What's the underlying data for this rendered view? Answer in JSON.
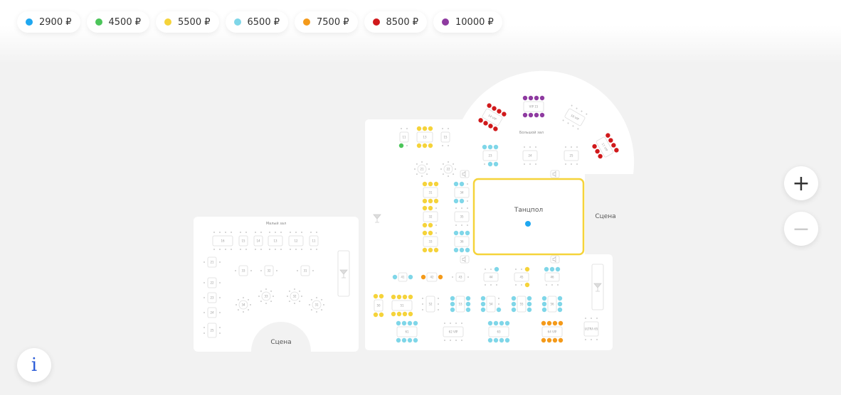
{
  "legend": [
    {
      "price": "2900 ₽",
      "color": "#1ea7f0"
    },
    {
      "price": "4500 ₽",
      "color": "#4cc55a"
    },
    {
      "price": "5500 ₽",
      "color": "#f5d33a"
    },
    {
      "price": "6500 ₽",
      "color": "#7fd6e8"
    },
    {
      "price": "7500 ₽",
      "color": "#f49a1a"
    },
    {
      "price": "8500 ₽",
      "color": "#d0191b"
    },
    {
      "price": "10000 ₽",
      "color": "#8e3aa0"
    }
  ],
  "colors": {
    "b": "#1ea7f0",
    "g": "#4cc55a",
    "y": "#f5d33a",
    "l": "#7fd6e8",
    "o": "#f49a1a",
    "r": "#d0191b",
    "p": "#8e3aa0"
  },
  "map": {
    "small_hall": "Малый зал",
    "big_hall": "Большой зал",
    "dance_floor": "Танцпол",
    "stage_main": "Сцена",
    "stage_small": "Сцена",
    "dance_floor_seat": "b"
  },
  "controls": {
    "zoom_in": "+",
    "zoom_out": "−",
    "info": "i"
  },
  "tables": [
    {
      "label": "11",
      "t": "ee",
      "b": "ge"
    },
    {
      "label": "13",
      "t": "yyy",
      "b": "yyy"
    },
    {
      "label": "15",
      "t": "ee",
      "b": "ee"
    },
    {
      "label": "14 VIP",
      "t": "rrrr",
      "b": "rrrr"
    },
    {
      "label": "VIP 15",
      "t": "pppp",
      "b": "pppp"
    },
    {
      "label": "16 VIP",
      "t": "eeee",
      "b": "eeee"
    },
    {
      "label": "17 VIP",
      "t": "rrrr",
      "b": "rrr"
    },
    {
      "label": "23",
      "t": "lll",
      "b": "ell"
    },
    {
      "label": "24",
      "t": "eee",
      "b": "eee"
    },
    {
      "label": "25",
      "t": "eee",
      "b": "eee"
    },
    {
      "label": "21",
      "round": true
    },
    {
      "label": "22",
      "round": true
    },
    {
      "label": "31",
      "t": "yyy",
      "b": "yyy"
    },
    {
      "label": "32",
      "t": "yye",
      "b": "yye"
    },
    {
      "label": "33",
      "t": "yye",
      "b": "yyy"
    },
    {
      "label": "34",
      "t": "lle",
      "b": "lle"
    },
    {
      "label": "35",
      "t": "eee",
      "b": "eee"
    },
    {
      "label": "36",
      "t": "lll",
      "b": "lll"
    },
    {
      "label": "41",
      "l": "l",
      "r": "l"
    },
    {
      "label": "42",
      "l": "o",
      "r": "o"
    },
    {
      "label": "43",
      "l": "e",
      "r": "e"
    },
    {
      "label": "44",
      "t": "eel",
      "b": "eee"
    },
    {
      "label": "45",
      "t": "eey",
      "b": "eey"
    },
    {
      "label": "46",
      "t": "lll",
      "b": "eee"
    },
    {
      "label": "50",
      "t": "yy",
      "b": "yy"
    },
    {
      "label": "51",
      "t": "yyyy",
      "b": "yyyy"
    },
    {
      "label": "52",
      "l": "eee",
      "r": "eee"
    },
    {
      "label": "53",
      "l": "lll",
      "r": "lll"
    },
    {
      "label": "54",
      "l": "lll",
      "r": "eel"
    },
    {
      "label": "55",
      "l": "lll",
      "r": "lll"
    },
    {
      "label": "56",
      "l": "lll",
      "r": "lll"
    },
    {
      "label": "61",
      "t": "llll",
      "b": "llll"
    },
    {
      "label": "62 VIP",
      "t": "eeee",
      "b": "eeee"
    },
    {
      "label": "63",
      "t": "llll",
      "b": "llll"
    },
    {
      "label": "64 VIP",
      "t": "oooo",
      "b": "oooo"
    },
    {
      "label": "ULTRA 65",
      "t": "eee",
      "b": "eee"
    },
    {
      "label": "16",
      "t": "eeee",
      "b": "eeee"
    },
    {
      "label": "15",
      "t": "ee",
      "b": "ee"
    },
    {
      "label": "14",
      "t": "ee",
      "b": "ee"
    },
    {
      "label": "13",
      "t": "eee",
      "b": "eee"
    },
    {
      "label": "12",
      "t": "eee",
      "b": "eee"
    },
    {
      "label": "11",
      "t": "ee",
      "b": "ee"
    },
    {
      "label": "21",
      "l": "e",
      "r": "e"
    },
    {
      "label": "22",
      "l": "e",
      "r": "e"
    },
    {
      "label": "23",
      "l": "e",
      "r": "e"
    },
    {
      "label": "24",
      "l": "e",
      "r": "e"
    },
    {
      "label": "25",
      "l": "ee",
      "r": "ee"
    },
    {
      "label": "33",
      "l": "e",
      "r": "e"
    },
    {
      "label": "32",
      "l": "e",
      "r": "e"
    },
    {
      "label": "31",
      "l": "e",
      "r": "e"
    },
    {
      "label": "34",
      "round": true
    },
    {
      "label": "33",
      "round": true
    },
    {
      "label": "32",
      "round": true
    },
    {
      "label": "31",
      "round": true
    }
  ]
}
